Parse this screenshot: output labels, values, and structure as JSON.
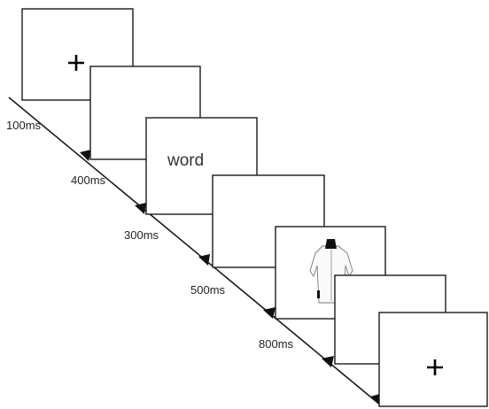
{
  "stimulus_word": "word",
  "timings": [
    "100ms",
    "400ms",
    "300ms",
    "500ms",
    "800ms"
  ],
  "icons": {
    "fixation": "fixation-cross-icon",
    "picture": "garment-picture-icon"
  }
}
